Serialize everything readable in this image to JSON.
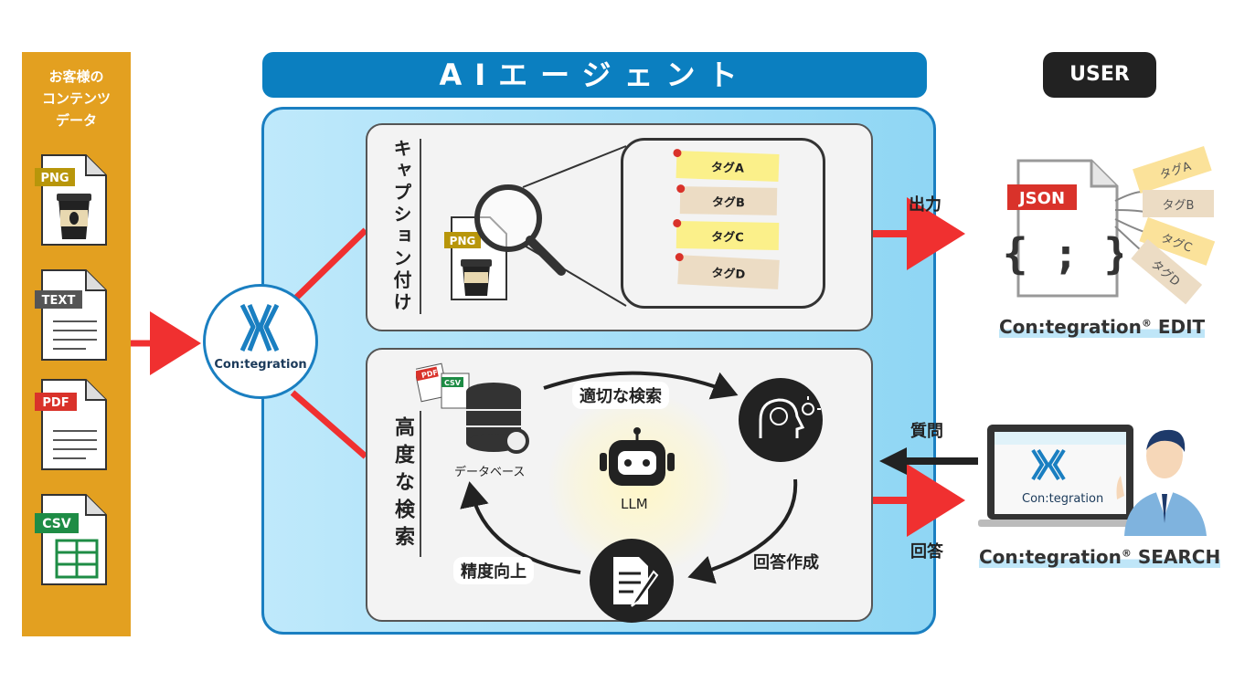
{
  "left": {
    "title_lines": [
      "お客様の",
      "コンテンツ",
      "データ"
    ],
    "files": [
      "PNG",
      "TEXT",
      "PDF",
      "CSV"
    ]
  },
  "agent": {
    "header": "AIエージェント",
    "hub_label": "Con:tegration",
    "caption_section": {
      "title": "キャプション付け",
      "png_label": "PNG",
      "tags": [
        "タグA",
        "タグB",
        "タグC",
        "タグD"
      ]
    },
    "search_section": {
      "title": "高度な検索",
      "db_label": "データベース",
      "db_files": [
        "PDF",
        "CSV"
      ],
      "llm_label": "LLM",
      "step_search": "適切な検索",
      "step_answer": "回答作成",
      "step_improve": "精度向上"
    }
  },
  "user": {
    "badge": "USER",
    "output_label": "出力",
    "question_label": "質問",
    "answer_label": "回答",
    "json_label": "JSON",
    "json_braces": "{ ; }",
    "tags": [
      "タグA",
      "タグB",
      "タグC",
      "タグD"
    ],
    "screen_label": "Con:tegration",
    "edit_product": {
      "name": "Con:tegration",
      "mark": "®",
      "suffix": "EDIT"
    },
    "search_product": {
      "name": "Con:tegration",
      "mark": "®",
      "suffix": "SEARCH"
    }
  },
  "colors": {
    "orange": "#e3a020",
    "blue": "#0b7fc0",
    "arrow_red": "#f03030",
    "dark": "#222222"
  }
}
